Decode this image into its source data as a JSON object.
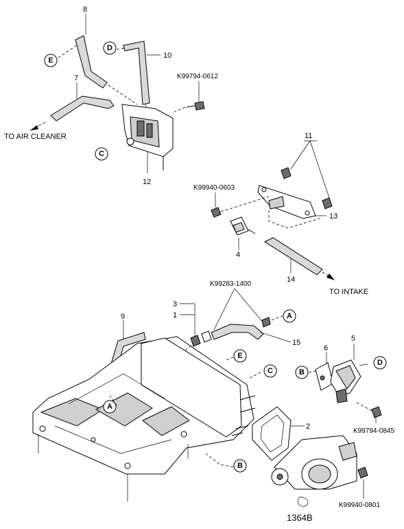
{
  "diagram_id": "1364B",
  "direction_labels": {
    "air_cleaner": "TO AIR CLEANER",
    "intake": "TO INTAKE"
  },
  "part_numbers": [
    "1",
    "2",
    "3",
    "4",
    "5",
    "6",
    "7",
    "8",
    "9",
    "10",
    "11",
    "12",
    "13",
    "14",
    "15"
  ],
  "bolt_codes": {
    "k0612": "K99794-0612",
    "k0603": "K99940-0603",
    "k1400": "K99283-1400",
    "k0845": "K99794-0845",
    "k0801": "K99940-0801"
  },
  "connection_letters": [
    "A",
    "B",
    "C",
    "D",
    "E"
  ]
}
